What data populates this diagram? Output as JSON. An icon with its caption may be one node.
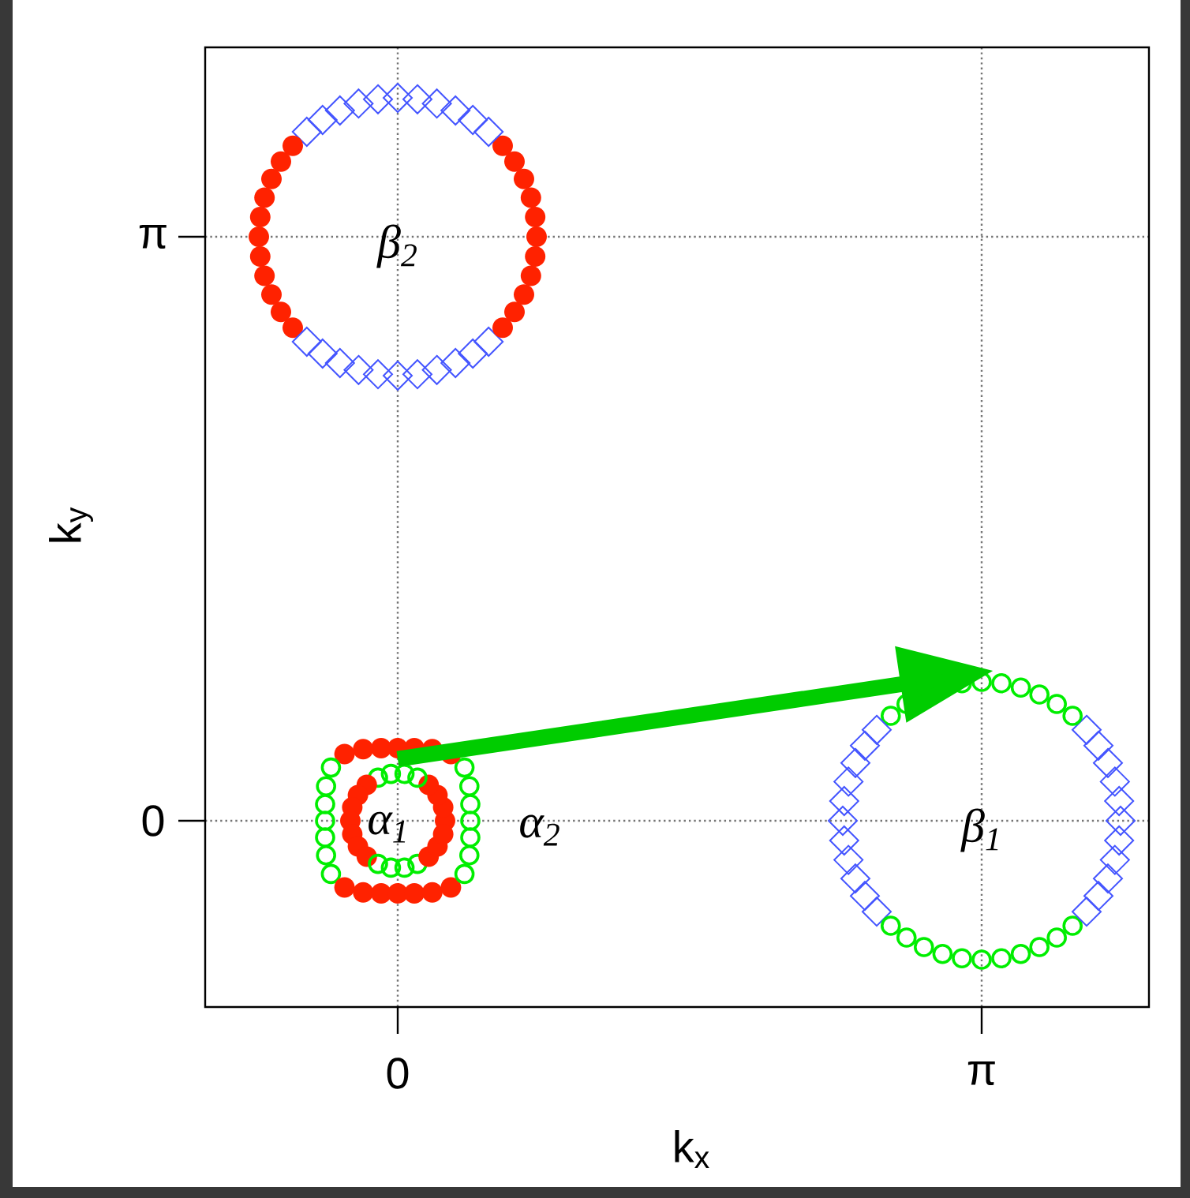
{
  "diagram": {
    "nodes": [
      {
        "text": [
          "β$_{2}$"
        ]
      },
      {
        "text": [
          "α$_{2}$"
        ]
      },
      {
        "text": [
          "α$_{1}$"
        ],
        "in": 1
      },
      {
        "text": [
          "β$_{1}$"
        ]
      }
    ],
    "edges": [
      {
        "from": 1,
        "to": 3,
        "arrow": "to",
        "color": "#00cc00"
      }
    ],
    "labels": [
      "π",
      "0",
      "k$_{y}$",
      "0",
      "π",
      "k$_{x}$"
    ]
  }
}
